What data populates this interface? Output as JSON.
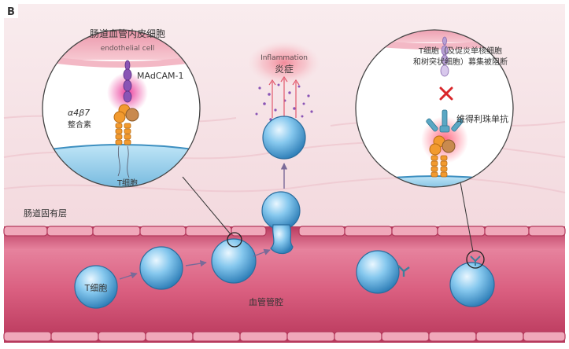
{
  "panel_letter": "B",
  "labels": {
    "endothelial_cell": "肠道血管内皮细胞",
    "endothelial_cell_faded": "endothelial cell",
    "madcam": "MAdCAM-1",
    "integrin_symbol": "α4β7",
    "integrin_name": "整合素",
    "t_cell_left_zoom": "T细胞",
    "inflammation_faded": "Inflammation",
    "inflammation": "炎症",
    "lamina_propria": "肠道固有层",
    "t_cell_vessel": "T细胞",
    "vessel_lumen": "血管管腔",
    "blocked_line1": "T细胞（及促炎单核细胞",
    "blocked_line2": "和树突状细胞）募集被阻断",
    "vedolizumab": "维得利珠单抗"
  },
  "icons": {
    "block_mark": "red-x-icon",
    "arrow": "arrow-icon"
  },
  "colors": {
    "vessel": "#d9577a",
    "tissue": "#f6e4e7",
    "cell": "#7cc3ea",
    "madcam": "#8a54b5",
    "integrin": "#f29a2e",
    "antibody": "#5aa7c4",
    "block": "#d9262a",
    "inflammation": "#e25a6e"
  }
}
